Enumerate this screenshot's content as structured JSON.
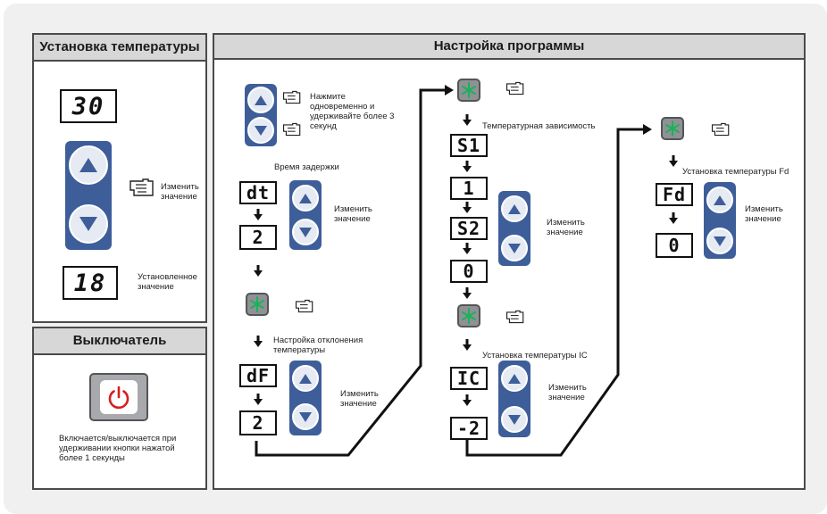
{
  "left_panel": {
    "title": "Установка температуры",
    "display_top": "30",
    "change_label": "Изменить значение",
    "display_bottom": "18",
    "set_value_label": "Установленное значение"
  },
  "switch_panel": {
    "title": "Выключатель",
    "description": "Включается/выключается при удерживании кнопки нажатой более 1 секунды"
  },
  "program_panel": {
    "title": "Настройка программы",
    "hold_instruction": "Нажмите одновременно и удерживайте более 3 секунд",
    "delay_title": "Время задержки",
    "dt_display": "dt",
    "dt_value": "2",
    "change_label": "Изменить значение",
    "deviation_title": "Настройка отклонения температуры",
    "df_display": "dF",
    "df_value": "2",
    "dependency_title": "Температурная зависимость",
    "s1_display": "S1",
    "s1_value": "1",
    "s2_display": "S2",
    "s2_value": "0",
    "ic_title": "Установка температуры IC",
    "ic_display": "IC",
    "ic_value": "-2",
    "fd_title": "Установка температуры Fd",
    "fd_display": "Fd",
    "fd_value": "0"
  },
  "colors": {
    "button_pad": "#3e5e9a",
    "power_icon": "#d32020",
    "snow_icon": "#19b35a",
    "header_bg": "#d7d7d7"
  },
  "icons": [
    "up-arrow-icon",
    "down-arrow-icon",
    "hand-icon",
    "snowflake-icon",
    "power-icon",
    "flow-arrow-icon"
  ]
}
